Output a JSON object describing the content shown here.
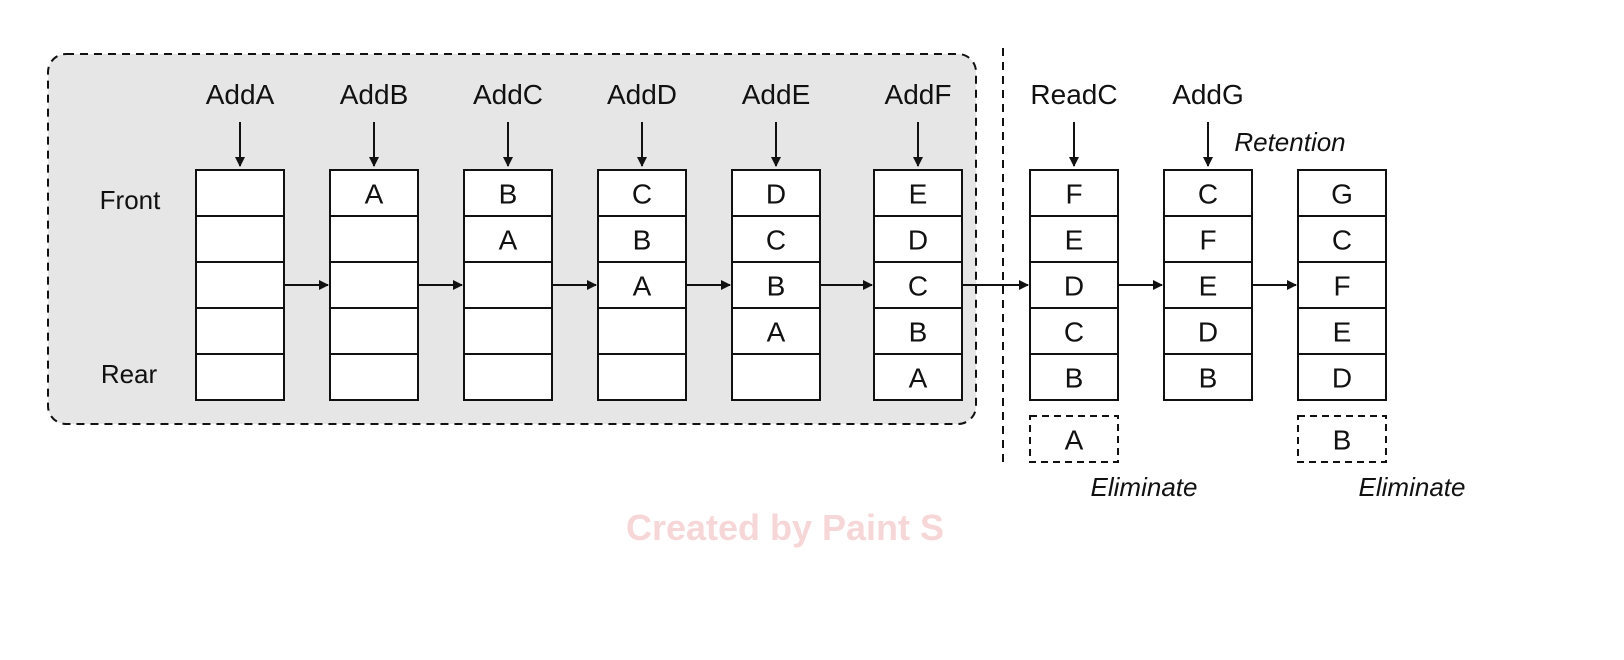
{
  "side_labels": {
    "front": "Front",
    "rear": "Rear"
  },
  "columns": [
    {
      "op": "AddA",
      "cells": [
        "",
        "",
        "",
        "",
        ""
      ]
    },
    {
      "op": "AddB",
      "cells": [
        "A",
        "",
        "",
        "",
        ""
      ]
    },
    {
      "op": "AddC",
      "cells": [
        "B",
        "A",
        "",
        "",
        ""
      ]
    },
    {
      "op": "AddD",
      "cells": [
        "C",
        "B",
        "A",
        "",
        ""
      ]
    },
    {
      "op": "AddE",
      "cells": [
        "D",
        "C",
        "B",
        "A",
        ""
      ]
    },
    {
      "op": "AddF",
      "cells": [
        "E",
        "D",
        "C",
        "B",
        "A"
      ]
    },
    {
      "op": "ReadC",
      "cells": [
        "F",
        "E",
        "D",
        "C",
        "B"
      ],
      "evicted": "A",
      "note": "Eliminate"
    },
    {
      "op": "AddG",
      "cells": [
        "C",
        "F",
        "E",
        "D",
        "B"
      ],
      "highlight_row": 0,
      "arrow_note": "Retention"
    },
    {
      "op": "",
      "cells": [
        "G",
        "C",
        "F",
        "E",
        "D"
      ],
      "evicted": "B",
      "note": "Eliminate"
    }
  ],
  "colors": {
    "group_fill": "#e6e6e6",
    "highlight_fill": "#cccccc",
    "stroke": "#111111"
  },
  "watermark": "Created by Paint S"
}
